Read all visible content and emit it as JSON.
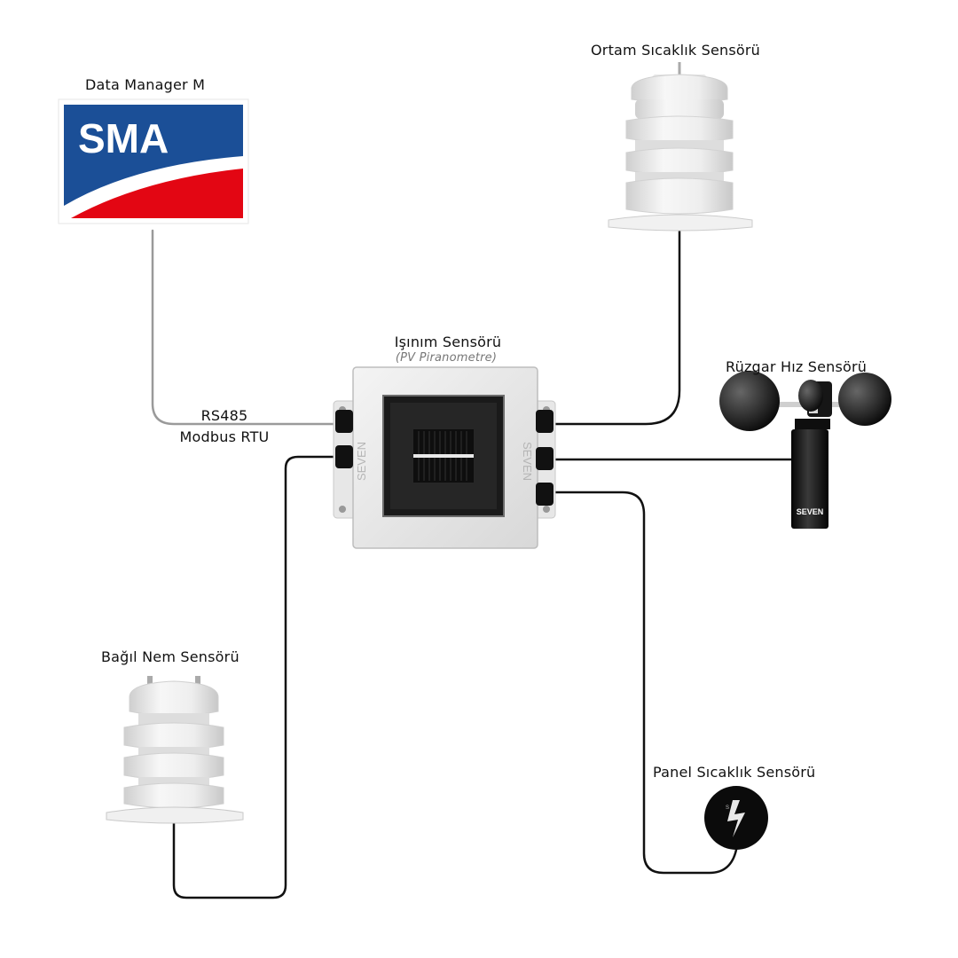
{
  "labels": {
    "data_manager": "Data Manager M",
    "sma_logo_text": "SMA",
    "ortam": "Ortam Sıcaklık Sensörü",
    "isinim": "Işınım Sensörü",
    "pv_piranometre": "(PV Piranometre)",
    "ruzgar": "Rüzgar Hız Sensörü",
    "rs485": "RS485",
    "modbus": "Modbus RTU",
    "bagil_nem": "Bağıl Nem Sensörü",
    "panel": "Panel Sıcaklık Sensörü",
    "brand_seven": "SEVEN"
  },
  "colors": {
    "sma_blue": "#1b4f97",
    "sma_red": "#e30613",
    "cable_gray": "#9a9a9a",
    "cable_black": "#111111",
    "housing": "#ececec"
  }
}
